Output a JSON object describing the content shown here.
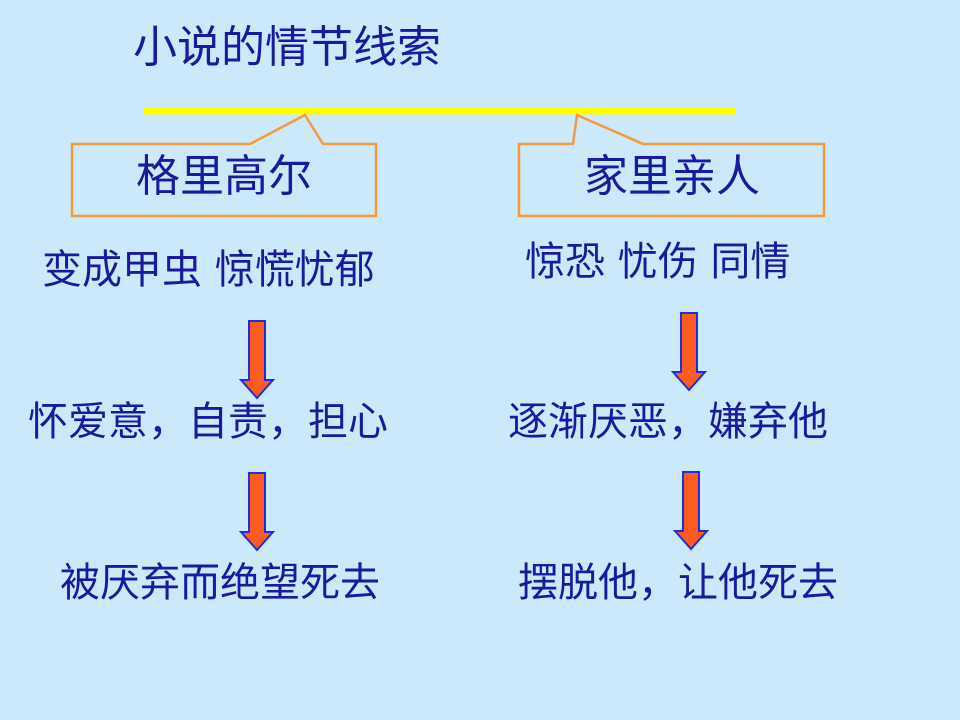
{
  "title": "小说的情节线索",
  "left_branch": {
    "label": "格里高尔",
    "steps": [
      "变成甲虫 惊慌忧郁",
      "怀爱意，自责，担心",
      "被厌弃而绝望死去"
    ]
  },
  "right_branch": {
    "label": "家里亲人",
    "steps": [
      "惊恐 忧伤 同情",
      "逐渐厌恶，嫌弃他",
      "摆脱他，让他死去"
    ]
  },
  "colors": {
    "background": "#cce9fb",
    "text": "#1a1a9e",
    "top_line": "#ffff00",
    "box_border": "#f39a3c",
    "arrow_fill": "#ff5a1f",
    "arrow_stroke": "#1f2fd6"
  }
}
